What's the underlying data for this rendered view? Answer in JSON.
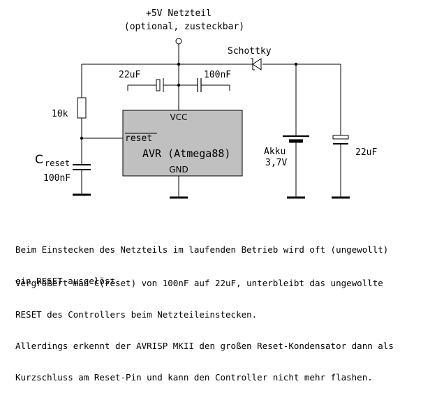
{
  "supply": {
    "label_line1": "+5V Netzteil",
    "label_line2": "(optional, zusteckbar)"
  },
  "components": {
    "diode_label": "Schottky",
    "cap_left_label": "22uF",
    "cap_right_label": "100nF",
    "resistor_label": "10k",
    "reset_cap_symbol": "C",
    "reset_cap_subscript": "reset",
    "reset_cap_value": "100nF",
    "battery_label_line1": "Akku",
    "battery_label_line2": "3,7V",
    "battery_cap_label": "22uF"
  },
  "chip": {
    "vcc_label": "VCC",
    "reset_pin_label": "reset",
    "name": "AVR (Atmega88)",
    "gnd_label": "GND",
    "fill_color": "#c0c0c0"
  },
  "description": {
    "para1_line1": "Beim Einstecken des Netzteils im laufenden Betrieb wird oft (ungewollt)",
    "para1_line2": "ein RESET ausgelöst.",
    "para2_line1": "Vergrößert man C(reset) von 100nF auf 22uF, unterbleibt das ungewollte",
    "para2_line2": "RESET des Controllers beim Netzteileinstecken.",
    "para2_line3": "Allerdings erkennt der AVRISP MKII den großen Reset-Kondensator dann als",
    "para2_line4": "Kurzschluss am Reset-Pin und kann den Controller nicht mehr flashen."
  }
}
